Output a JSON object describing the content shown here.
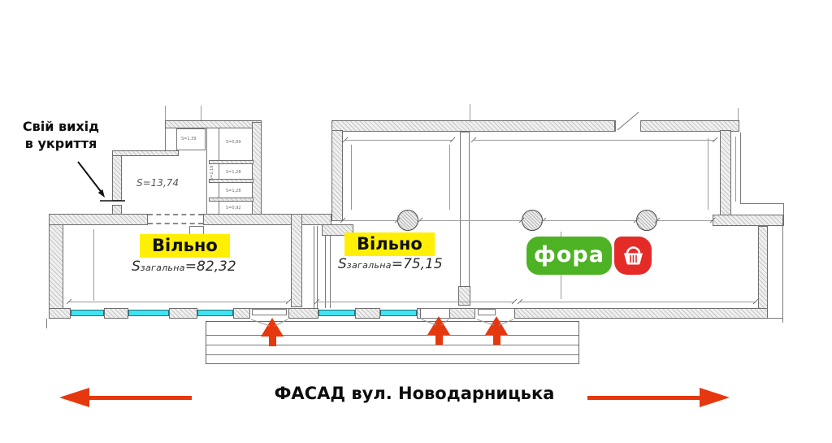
{
  "annotations": {
    "shelter_exit": {
      "line1": "Свій вихід",
      "line2": "в укриття"
    },
    "facade": "ФАСАД вул. Новодарницька"
  },
  "units": [
    {
      "status": "Вільно",
      "area_prefix": "S",
      "area_sub": "загальна",
      "area_value": "=82,32"
    },
    {
      "status": "Вільно",
      "area_prefix": "S",
      "area_sub": "загальна",
      "area_value": "=75,15"
    }
  ],
  "rooms": {
    "back_room": "S=13,74",
    "closet_top": "S=1,39",
    "closet_1": "S=0,99",
    "closet_2": "S=1,28",
    "closet_3": "S=1,28",
    "closet_4": "S=0,92",
    "corridor": "S=2,16"
  },
  "brand": {
    "name": "фора"
  },
  "colors": {
    "highlight_yellow": "#ffef04",
    "arrow_red": "#e6380f",
    "brand_green": "#4eb324",
    "brand_red": "#e42b28",
    "window_cyan": "#40e3f2"
  }
}
